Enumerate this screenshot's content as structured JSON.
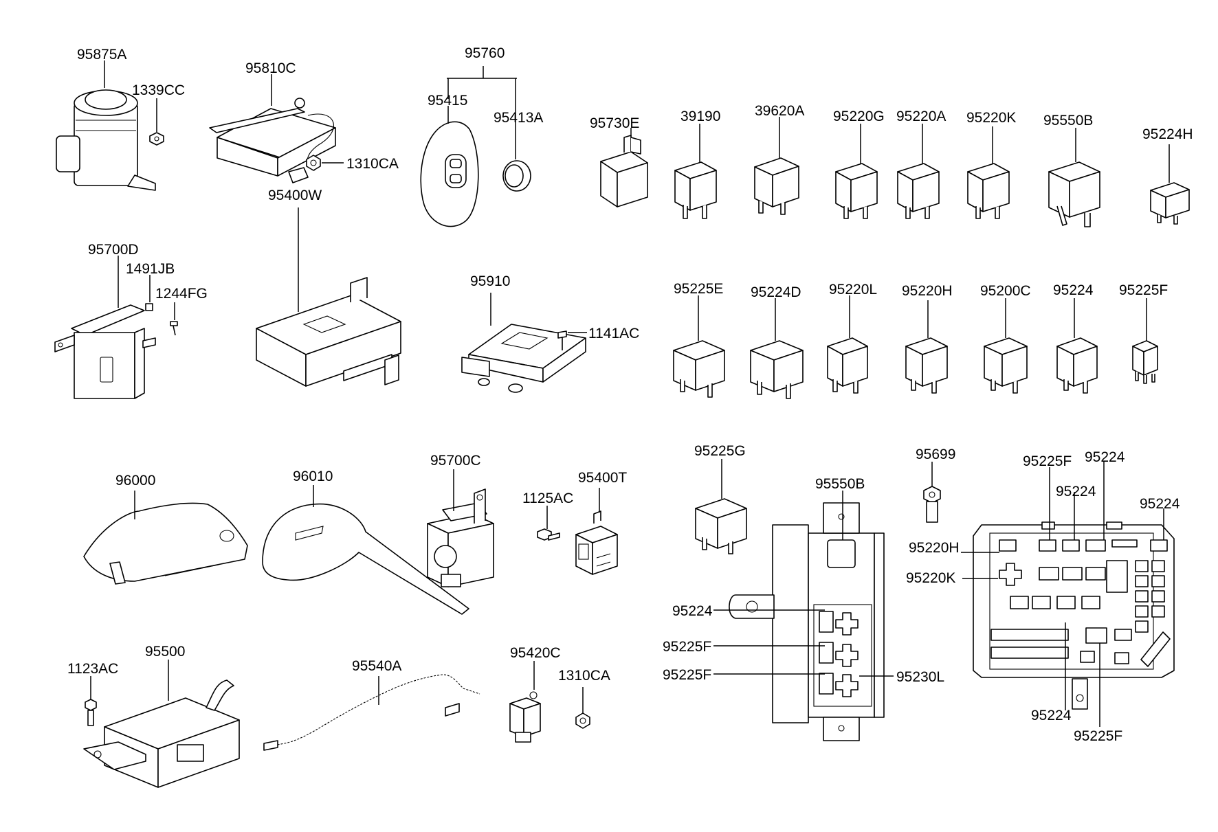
{
  "labels": {
    "95875A": "95875A",
    "1339CC": "1339CC",
    "95810C": "95810C",
    "1310CA_a": "1310CA",
    "95760": "95760",
    "95415": "95415",
    "95413A": "95413A",
    "95730E": "95730E",
    "39190": "39190",
    "39620A": "39620A",
    "95220G": "95220G",
    "95220A": "95220A",
    "95220K_a": "95220K",
    "95550B_a": "95550B",
    "95224H": "95224H",
    "95700D": "95700D",
    "1491JB": "1491JB",
    "1244FG": "1244FG",
    "95400W": "95400W",
    "95910": "95910",
    "1141AC": "1141AC",
    "95225E": "95225E",
    "95224D": "95224D",
    "95220L": "95220L",
    "95220H_a": "95220H",
    "95200C": "95200C",
    "95224_a": "95224",
    "95225F_a": "95225F",
    "96000": "96000",
    "96010": "96010",
    "95700C": "95700C",
    "1125AC": "1125AC",
    "95400T": "95400T",
    "95225G": "95225G",
    "95550B_b": "95550B",
    "95699": "95699",
    "95225F_b": "95225F",
    "95224_b": "95224",
    "95224_c": "95224",
    "95224_d": "95224",
    "95220H_b": "95220H",
    "95220K_b": "95220K",
    "95224_e": "95224",
    "95225F_c": "95225F",
    "95225F_d": "95225F",
    "95230L": "95230L",
    "95224_f": "95224",
    "95225F_e": "95225F",
    "1123AC": "1123AC",
    "95500": "95500",
    "95540A": "95540A",
    "95420C": "95420C",
    "1310CA_b": "1310CA"
  }
}
